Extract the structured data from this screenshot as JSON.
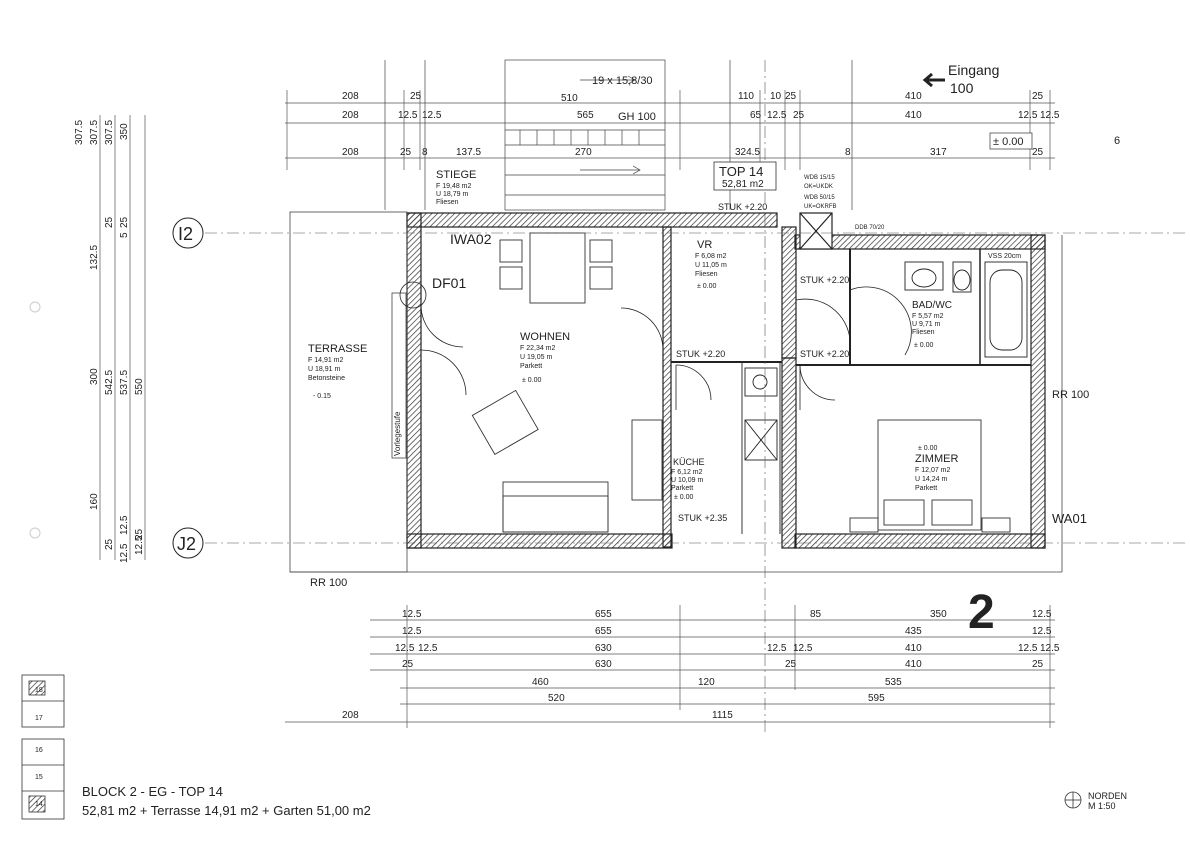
{
  "title_line1": "BLOCK 2 - EG - TOP 14",
  "title_line2": "52,81 m2 + Terrasse 14,91 m2 + Garten 51,00 m2",
  "block_number": "2",
  "north": {
    "label": "NORDEN",
    "scale": "M 1:50"
  },
  "entrance": {
    "label": "Eingang",
    "number": "100"
  },
  "unit": {
    "name": "TOP 14",
    "area": "52,81 m2"
  },
  "stair_note": "19 x 15,8/30",
  "page_no": "6",
  "axes": [
    "I2",
    "J2"
  ],
  "rooms": [
    {
      "name": "WOHNEN",
      "lines": [
        "F 22,34 m2",
        "U 19,05 m",
        "Parkett"
      ],
      "level": "± 0.00"
    },
    {
      "name": "VR",
      "lines": [
        "F 6,08 m2",
        "U 11,05 m",
        "Fliesen"
      ],
      "level": "± 0.00"
    },
    {
      "name": "KÜCHE",
      "lines": [
        "F 6,12 m2",
        "U 10,09 m",
        "Parkett"
      ],
      "level": "± 0.00"
    },
    {
      "name": "BAD/WC",
      "lines": [
        "F 5,57 m2",
        "U 9,71 m",
        "Fliesen"
      ],
      "level": "± 0.00"
    },
    {
      "name": "ZIMMER",
      "lines": [
        "F 12,07 m2",
        "U 14,24 m",
        "Parkett"
      ],
      "level": "± 0.00"
    },
    {
      "name": "TERRASSE",
      "lines": [
        "F 14,91 m2",
        "U 18,91 m",
        "Betonsteine"
      ],
      "level": "- 0.15"
    },
    {
      "name": "STIEGE",
      "lines": [
        "F 19,48 m2",
        "U 18,79 m",
        "Fliesen"
      ],
      "level": ""
    }
  ],
  "tags": [
    "IWA02",
    "DF01",
    "WA01",
    "RR 100",
    "RR 100",
    "GH 100",
    "STUK +2.20",
    "STUK +2.35",
    "VSS 20cm",
    "Vorlegestufe",
    "DDB 70/20",
    "WDB 15/15",
    "OK=UKDK",
    "WDB 50/15",
    "UK=OKRFB"
  ],
  "top_dims": [
    [
      "208",
      "25",
      "510",
      "110",
      "10",
      "25",
      "410",
      "25"
    ],
    [
      "208",
      "12.5",
      "12.5",
      "565",
      "GH 100",
      "65",
      "12.5",
      "25",
      "410",
      "12.5",
      "12.5"
    ],
    [
      "208",
      "25",
      "8",
      "137.5",
      "270",
      "324.5",
      "8",
      "317",
      "± 0.00",
      "25"
    ]
  ],
  "bottom_dims": [
    [
      "12.5",
      "655",
      "85",
      "350",
      "12.5"
    ],
    [
      "12.5",
      "655",
      "435",
      "12.5"
    ],
    [
      "12.5",
      "12.5",
      "630",
      "12.5",
      "12.5",
      "410",
      "12.5",
      "12.5"
    ],
    [
      "25",
      "630",
      "25",
      "410",
      "25"
    ],
    [
      "460",
      "120",
      "535"
    ],
    [
      "520",
      "595"
    ],
    [
      "208",
      "1115"
    ]
  ],
  "left_dims": [
    "307.5",
    "307.5",
    "307.5",
    "350",
    "132.5",
    "25",
    "5",
    "25",
    "300",
    "542.5",
    "537.5",
    "550",
    "160",
    "25",
    "12.5",
    "12.5",
    "12.5",
    "25"
  ],
  "mini_plans": [
    "18",
    "17",
    "16",
    "15",
    "14"
  ]
}
